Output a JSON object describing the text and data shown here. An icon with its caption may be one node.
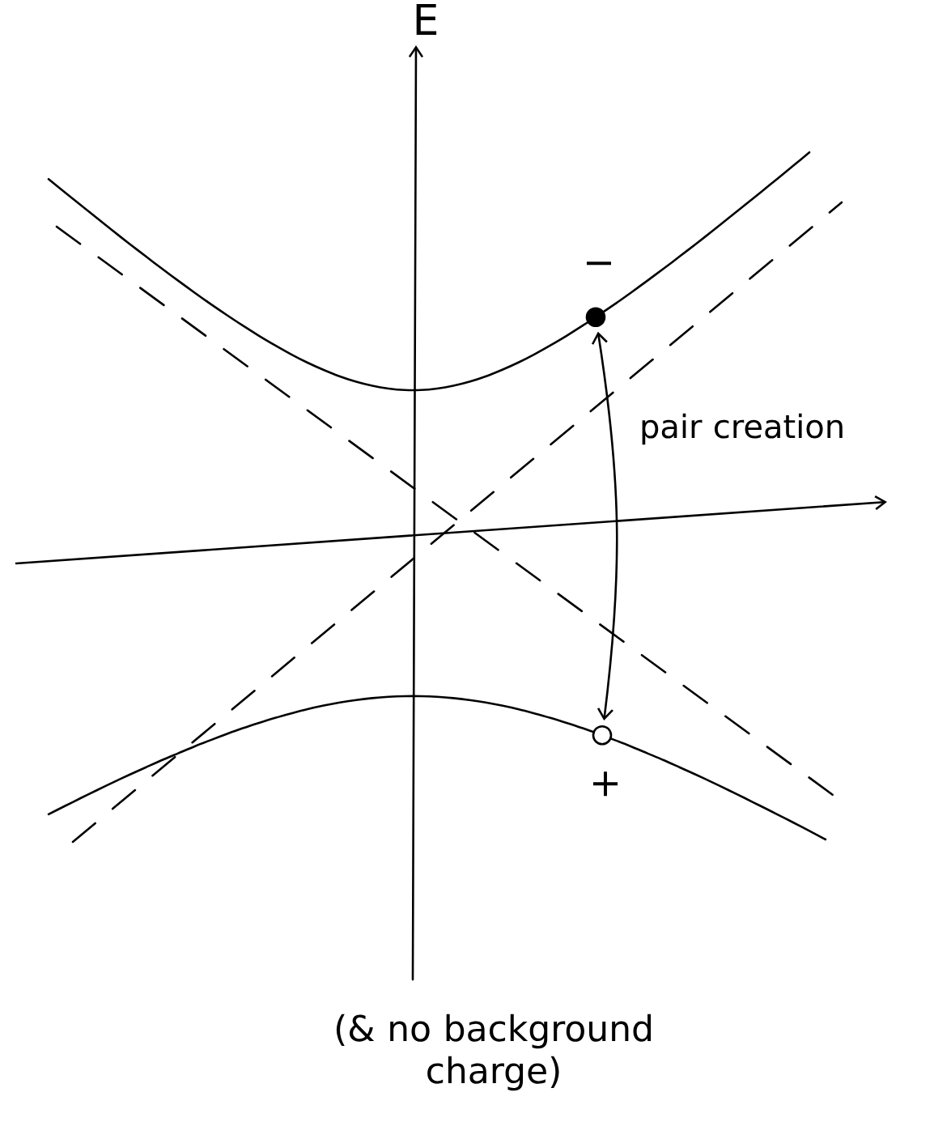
{
  "diagram": {
    "caption": "(& no background charge)",
    "nodes": [
      {
        "text": [],
        "shape": "circle",
        "beside": [
          "−"
        ]
      },
      {
        "text": [],
        "shape": "circle",
        "beside": [
          "+"
        ]
      }
    ],
    "edges": [
      {
        "from": 0,
        "to": 1,
        "arrow": "both",
        "label": "pair creation"
      }
    ],
    "labels": [
      "E"
    ]
  }
}
